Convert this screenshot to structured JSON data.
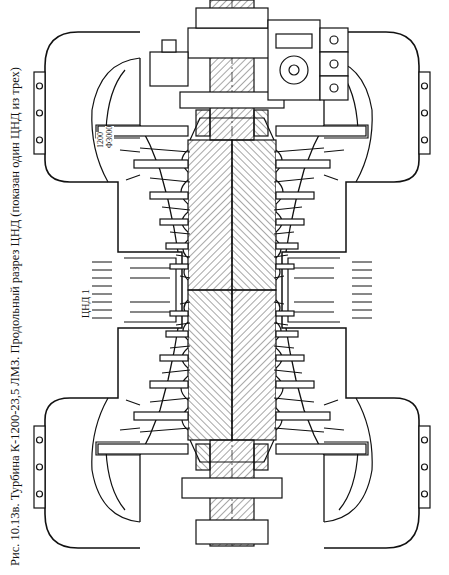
{
  "diagram": {
    "caption": "Рис. 10.13в. Турбина К-1200-23,5 ЛМЗ. Продольный разрез ЦНД (показан один ЦНД из трех)",
    "labels": [
      "ЦНД 1",
      "1200",
      "Ф3000"
    ]
  }
}
